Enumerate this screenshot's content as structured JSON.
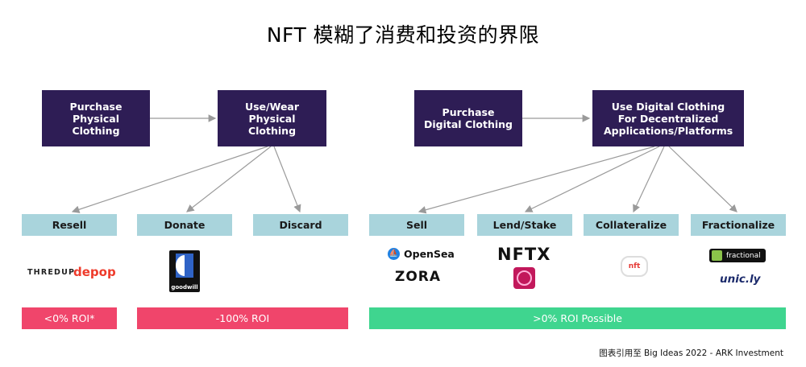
{
  "title": "NFT 模糊了消费和投资的界限",
  "physical": {
    "step1": "Purchase Physical Clothing",
    "step2": "Use/Wear Physical Clothing",
    "outcomes": [
      "Resell",
      "Donate",
      "Discard"
    ],
    "logos": {
      "thredup": "THREDUP",
      "depop": "depop",
      "goodwill": "goodwill"
    },
    "roi_resell": "<0% ROI*",
    "roi_donate_discard": "-100% ROI"
  },
  "digital": {
    "step1": "Purchase Digital Clothing",
    "step2": "Use Digital Clothing For Decentralized Applications/Platforms",
    "outcomes": [
      "Sell",
      "Lend/Stake",
      "Collateralize",
      "Fractionalize"
    ],
    "logos": {
      "opensea": "OpenSea",
      "zora": "ZORA",
      "nftx": "NFTX",
      "nftfi": "nft",
      "fractional": "fractional",
      "unicly": "unic.ly"
    },
    "roi": ">0% ROI Possible"
  },
  "colors": {
    "box_dark": "#2e1d55",
    "category_teal": "#a9d4dc",
    "roi_red": "#f0456b",
    "roi_green": "#3fd58f",
    "arrow": "#9a9a9a"
  },
  "credit": "图表引用至 Big Ideas 2022 - ARK Investment"
}
